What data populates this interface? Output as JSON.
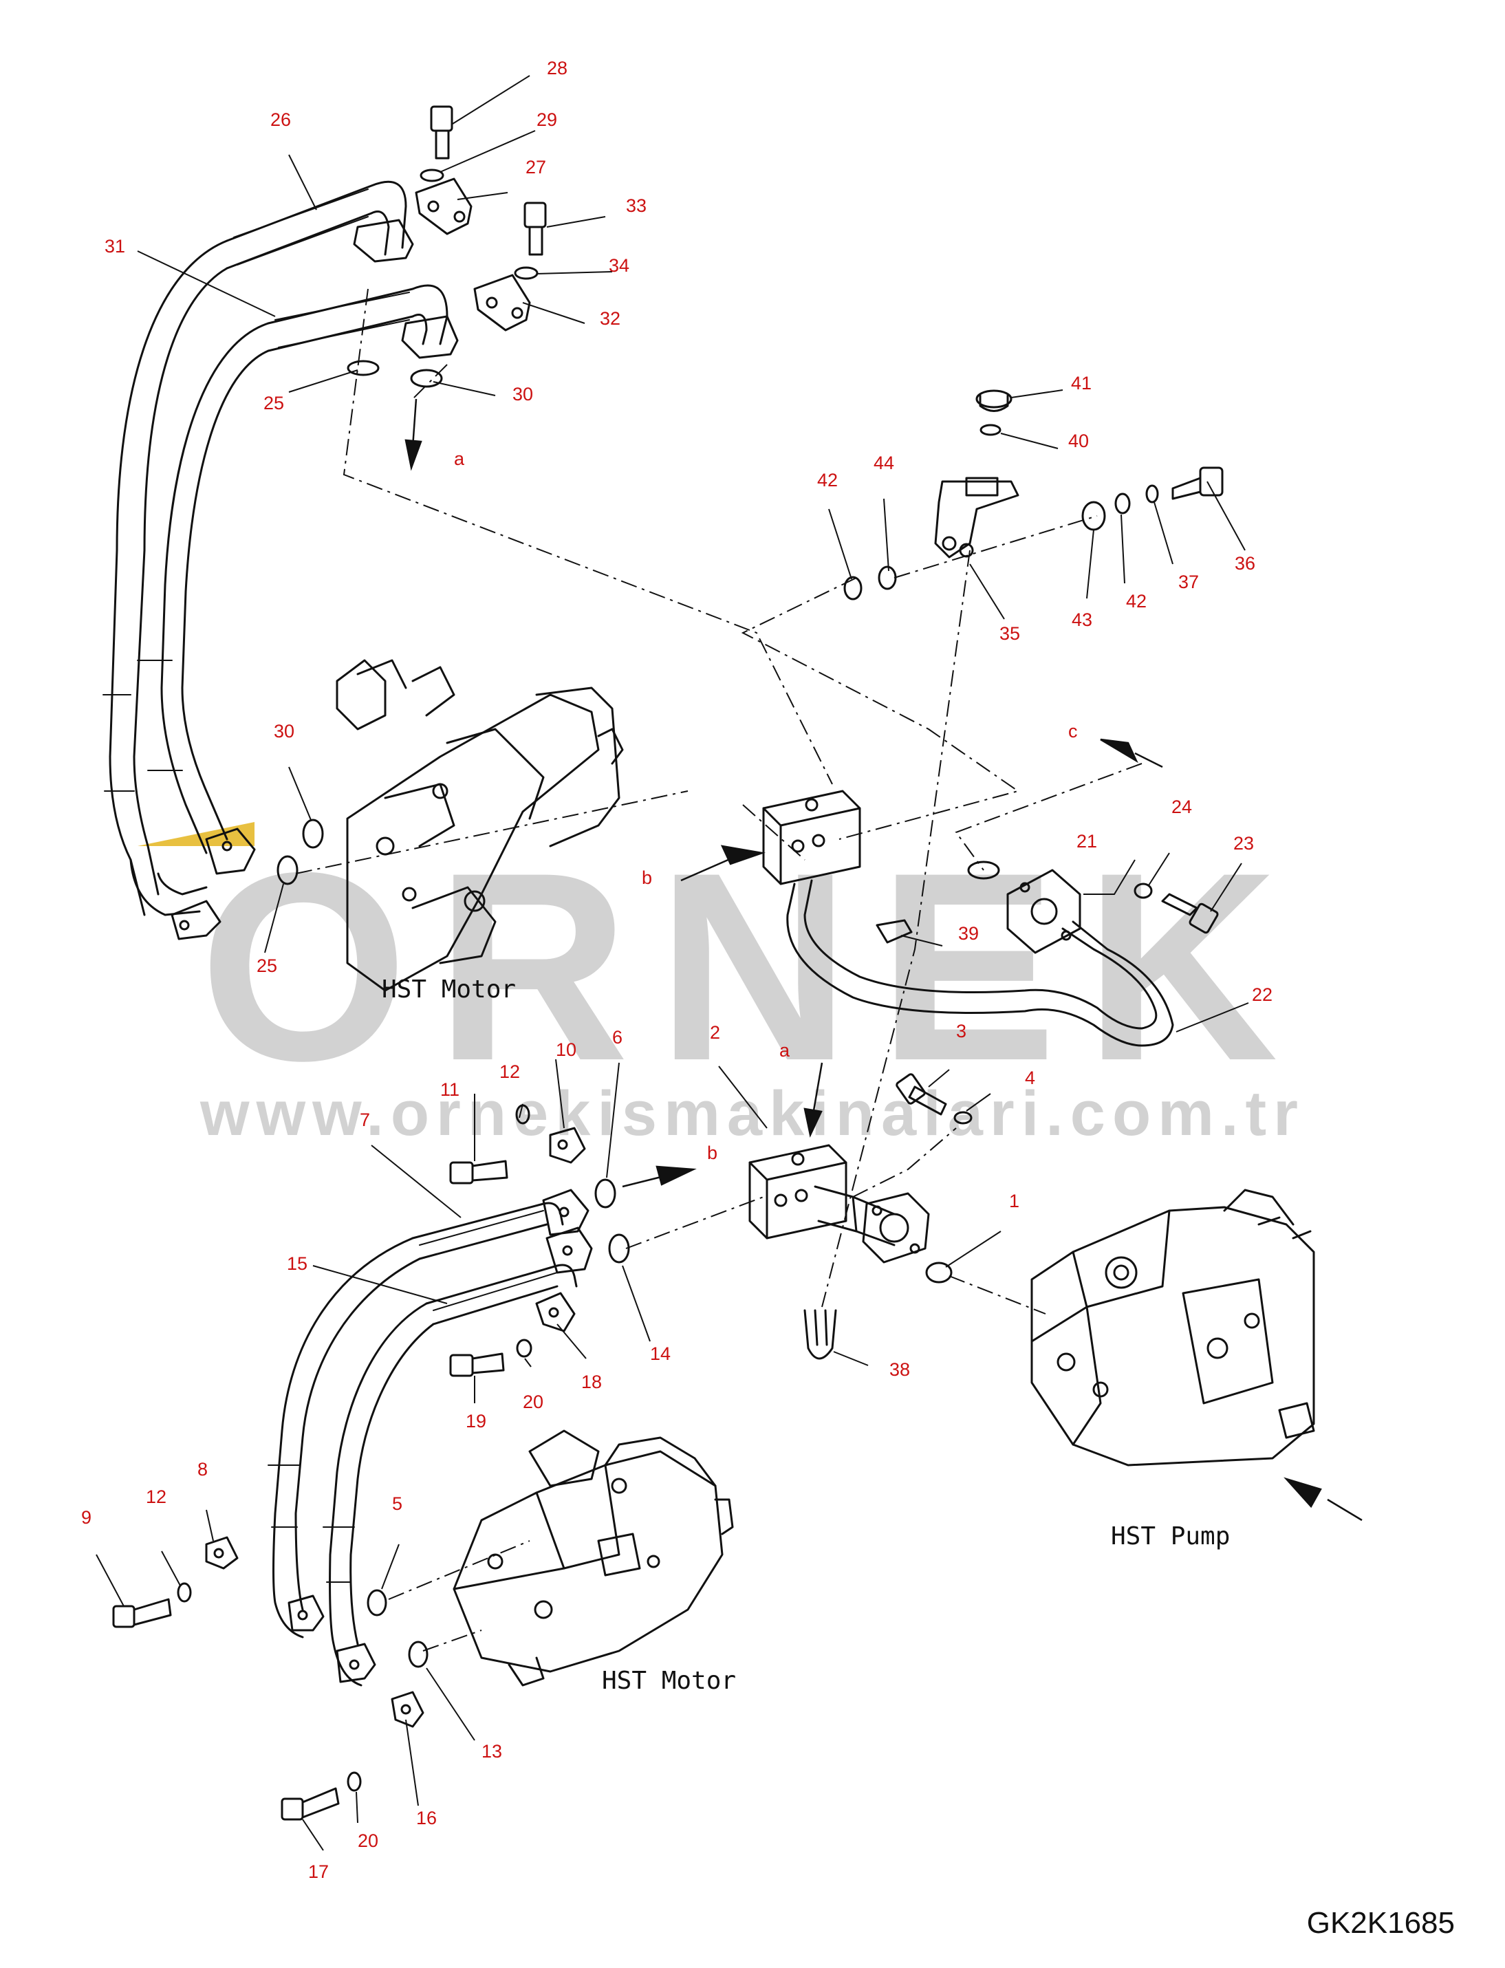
{
  "colors": {
    "line": "#111111",
    "callout": "#cc1111",
    "watermark": "#d2d2d2",
    "watermark_accent": "#e8c040"
  },
  "watermark": {
    "brand": "ORNEK",
    "url": "www.ornekismakinalari.com.tr"
  },
  "captions": {
    "motor_upper": "HST Motor",
    "motor_lower": "HST Motor",
    "pump": "HST Pump"
  },
  "document_id": "GK2K1685",
  "callouts": [
    "28",
    "29",
    "26",
    "27",
    "33",
    "31",
    "34",
    "32",
    "25",
    "30",
    "a",
    "41",
    "40",
    "42",
    "44",
    "36",
    "35",
    "43",
    "42",
    "37",
    "c",
    "30",
    "24",
    "21",
    "23",
    "b",
    "39",
    "25",
    "22",
    "10",
    "6",
    "2",
    "a",
    "3",
    "12",
    "11",
    "4",
    "7",
    "b",
    "1",
    "15",
    "14",
    "18",
    "20",
    "19",
    "38",
    "8",
    "12",
    "9",
    "5",
    "13",
    "16",
    "20",
    "17"
  ]
}
